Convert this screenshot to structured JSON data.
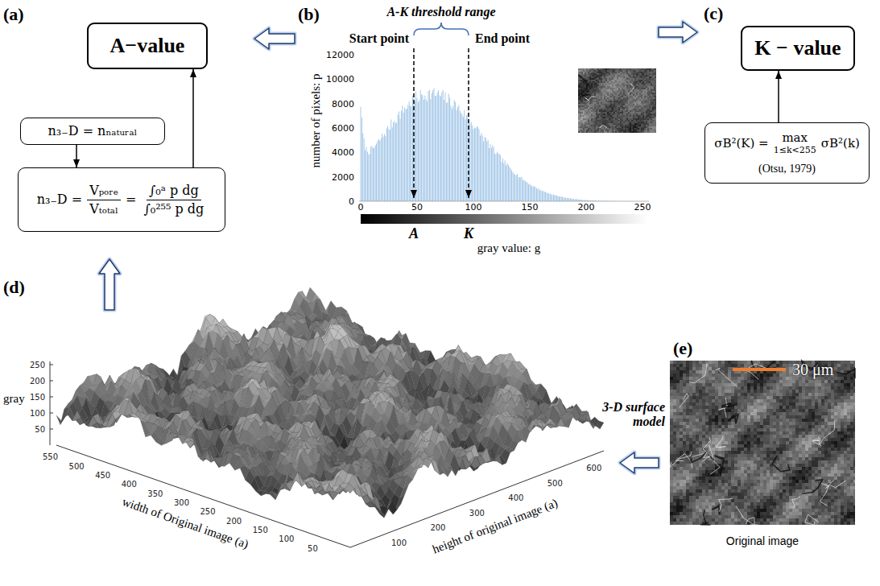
{
  "diagram": {
    "nodes": [
      {
        "text": [
          "A−value"
        ]
      },
      {
        "text": [
          "n₃₋D = nₙₐₜᵤᵣₐₗ"
        ]
      },
      {
        "text": [
          "n₃₋D =",
          "Vₚₒᵣₑ",
          "Vₜₒₜₐₗ",
          "=",
          "∫₀ᵃ p dg",
          "∫₀²⁵⁵ p dg"
        ]
      },
      {
        "text": [
          "K − value"
        ]
      },
      {
        "text": [
          "σB²(K) =",
          "max",
          "1≤k<255",
          "σB²(k)",
          "(Otsu, 1979)"
        ]
      }
    ],
    "edges": [
      {
        "from": 1,
        "to": 2,
        "arrow": "to"
      },
      {
        "from": 2,
        "to": 0,
        "arrow": "to"
      },
      {
        "from": 4,
        "to": 3,
        "arrow": "to"
      }
    ],
    "labels": [
      "(a)",
      "(b)",
      "A-K threshold range",
      "Start point",
      "End point",
      "(c)",
      "12000",
      "10000",
      "8000",
      "6000",
      "4000",
      "2000",
      "0",
      "0",
      "50",
      "100",
      "150",
      "200",
      "250",
      "number of pixels: p",
      "A",
      "K",
      "gray value: g",
      "(d)",
      "gray",
      "250",
      "200",
      "150",
      "100",
      "50",
      "550",
      "500",
      "450",
      "400",
      "350",
      "300",
      "250",
      "200",
      "150",
      "100",
      "50",
      "width of Original image (a)",
      "100",
      "200",
      "300",
      "400",
      "500",
      "600",
      "height of original image (a)",
      "3-D surface model",
      "(e)",
      "30 μm",
      "Original image"
    ]
  }
}
